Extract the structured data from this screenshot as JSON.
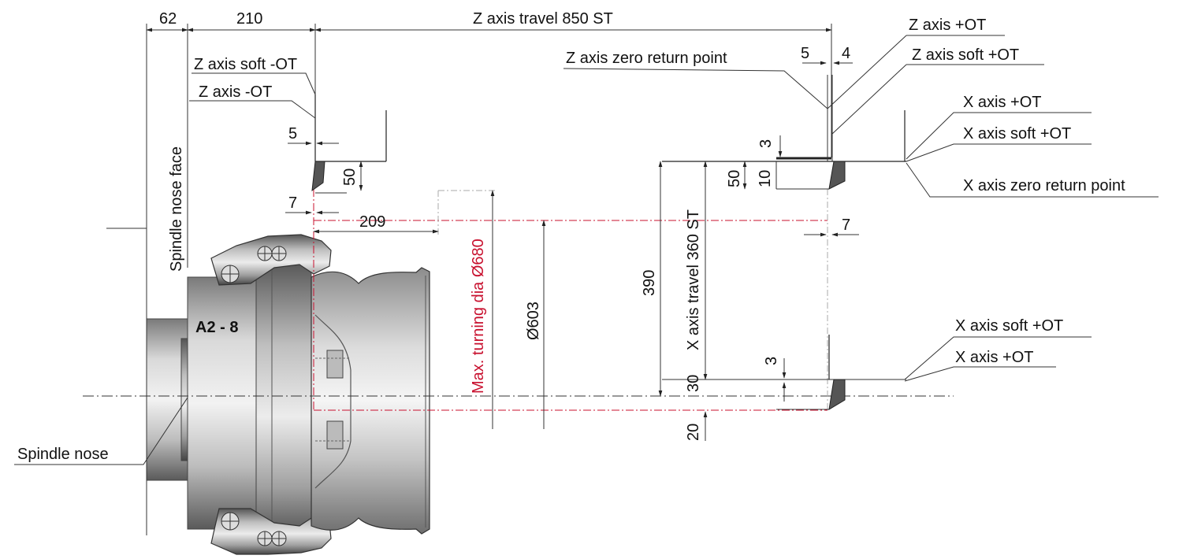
{
  "chuck_label": "A2 - 8",
  "labels": {
    "spindle_nose_face": "Spindle nose face",
    "spindle_nose": "Spindle nose",
    "z_soft_minus_ot": "Z axis soft -OT",
    "z_minus_ot": "Z axis -OT",
    "z_travel": "Z axis travel 850 ST",
    "z_zero_return": "Z axis zero return point",
    "z_plus_ot": "Z axis +OT",
    "z_soft_plus_ot": "Z axis soft +OT",
    "x_plus_ot_top": "X axis +OT",
    "x_soft_plus_ot_top": "X axis soft +OT",
    "x_zero_return": "X axis zero return point",
    "x_soft_plus_ot_bottom": "X axis soft +OT",
    "x_plus_ot_bottom": "X axis +OT",
    "x_travel": "X axis travel 360 ST",
    "max_turning_dia": "Max. turning dia Ø680",
    "dia_603": "Ø603"
  },
  "dimensions": {
    "d62": "62",
    "d210": "210",
    "d5_left": "5",
    "d50_left": "50",
    "d7_left": "7",
    "d209": "209",
    "d5_right": "5",
    "d4": "4",
    "d3_top": "3",
    "d50_right": "50",
    "d10": "10",
    "d7_right": "7",
    "d390": "390",
    "d3_bottom": "3",
    "d30": "30",
    "d20": "20"
  },
  "colors": {
    "line": "#222222",
    "accent_red": "#c8102e",
    "metal_dark": "#4a4a4a",
    "metal_light": "#e6e6e6"
  }
}
